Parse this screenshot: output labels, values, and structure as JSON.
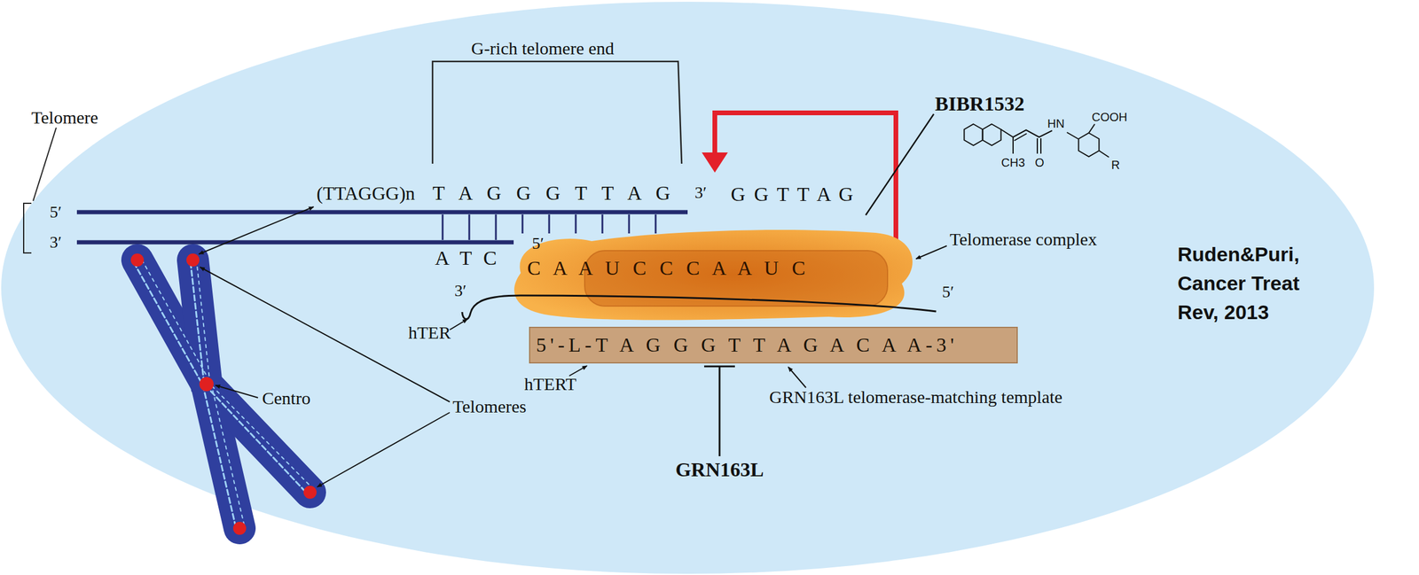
{
  "diagram": {
    "caption": "Ruden&Puri, Cancer Treat Rev, 2013",
    "nodes": [
      {
        "text": [
          "C A A U C C C A A U C"
        ]
      },
      {
        "text": [
          "5'-L-T A G G G T T A G A C A A-3'"
        ]
      }
    ],
    "labels": [
      "G-rich telomere end",
      "Telomere",
      "BIBR1532",
      "COOH",
      "HN",
      "CH3",
      "O",
      "R",
      "5′",
      "(TTAGGG)n",
      "T A G G G T T A G",
      "3′",
      "G G T T A G",
      "3′",
      "5′",
      "A T C",
      "Telomerase complex",
      "3′",
      "5′",
      "hTER",
      "Centro",
      "Telomeres",
      "hTERT",
      "GRN163L telomerase-matching template",
      "GRN163L"
    ]
  }
}
